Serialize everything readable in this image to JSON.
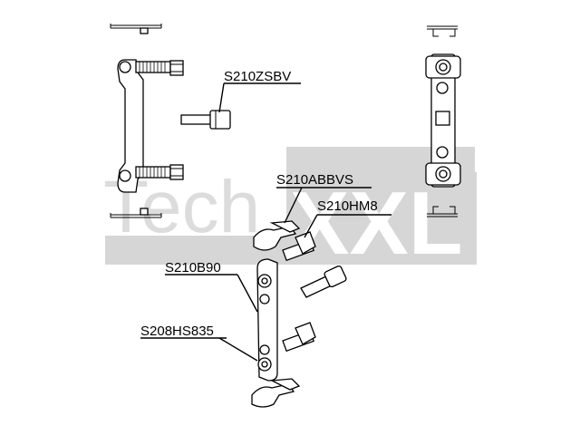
{
  "watermark": {
    "text": "TechXXL",
    "color": "#d3d3d3"
  },
  "labels": {
    "zsbv": "S210ZSBV",
    "abbvs": "S210ABBVS",
    "hm8": "S210HM8",
    "b90": "S210B90",
    "hs835": "S208HS835"
  }
}
